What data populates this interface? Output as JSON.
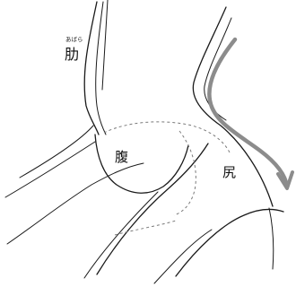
{
  "labels": {
    "rib": "肋",
    "rib_reading": "あばら",
    "abdomen": "腹",
    "buttocks": "尻"
  },
  "colors": {
    "outline": "#1a1a1a",
    "guide_dashed": "#7a7a7a",
    "arrow": "#8c8c8c",
    "background": "#ffffff"
  },
  "icons": {
    "direction_arrow": "curved-down-arrow"
  }
}
